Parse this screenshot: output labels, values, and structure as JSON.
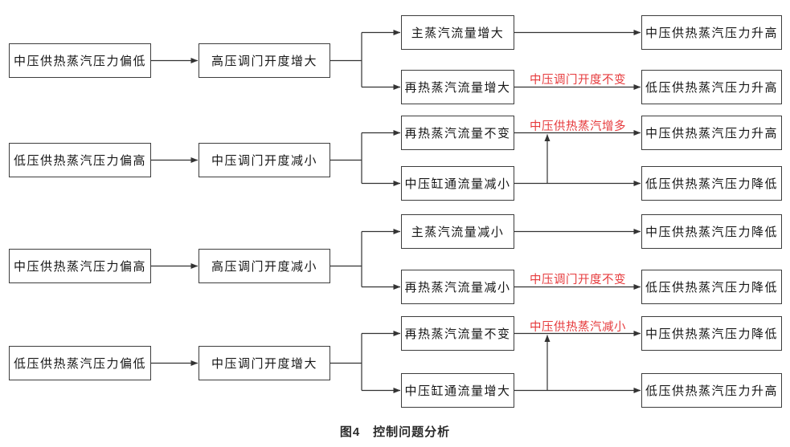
{
  "caption": "图4　控制问题分析",
  "colors": {
    "line": "#333333",
    "box_border": "#3d3d3d",
    "text": "#161616",
    "red_annotation": "#e63a3c",
    "background": "#ffffff"
  },
  "sections": [
    {
      "cause": "中压供热蒸汽压力偏低",
      "action": "高压调门开度增大",
      "branch_top": "主蒸汽流量增大",
      "branch_bottom": "再热蒸汽流量增大",
      "result_top": "中压供热蒸汽压力升高",
      "result_bottom": "低压供热蒸汽压力升高",
      "red_label": "中压调门开度不变",
      "red_label_branch": "bottom",
      "has_vertical_arrow": false
    },
    {
      "cause": "低压供热蒸汽压力偏高",
      "action": "中压调门开度减小",
      "branch_top": "再热蒸汽流量不变",
      "branch_bottom": "中压缸通流量减小",
      "result_top": "中压供热蒸汽压力升高",
      "result_bottom": "低压供热蒸汽压力降低",
      "red_label": "中压供热蒸汽增多",
      "red_label_branch": "top",
      "has_vertical_arrow": true
    },
    {
      "cause": "中压供热蒸汽压力偏高",
      "action": "高压调门开度减小",
      "branch_top": "主蒸汽流量减小",
      "branch_bottom": "再热蒸汽流量减小",
      "result_top": "中压供热蒸汽压力降低",
      "result_bottom": "低压供热蒸汽压力降低",
      "red_label": "中压调门开度不变",
      "red_label_branch": "bottom",
      "has_vertical_arrow": false
    },
    {
      "cause": "低压供热蒸汽压力偏低",
      "action": "中压调门开度增大",
      "branch_top": "再热蒸汽流量不变",
      "branch_bottom": "中压缸通流量增大",
      "result_top": "中压供热蒸汽压力降低",
      "result_bottom": "低压供热蒸汽压力升高",
      "red_label": "中压供热蒸汽减小",
      "red_label_branch": "top",
      "has_vertical_arrow": true
    }
  ]
}
